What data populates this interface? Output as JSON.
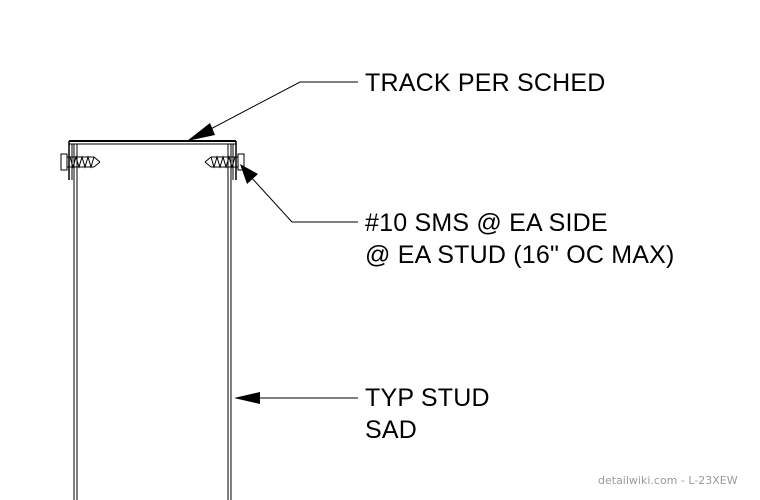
{
  "labels": {
    "track": "TRACK PER SCHED",
    "screws_line1": "#10 SMS @ EA SIDE",
    "screws_line2": "@ EA STUD (16\" OC MAX)",
    "stud_line1": "TYP STUD",
    "stud_line2": "SAD"
  },
  "watermark": "detailwiki.com - L-23XEW",
  "colors": {
    "line": "#000000",
    "watermark": "#9a9a9a"
  }
}
